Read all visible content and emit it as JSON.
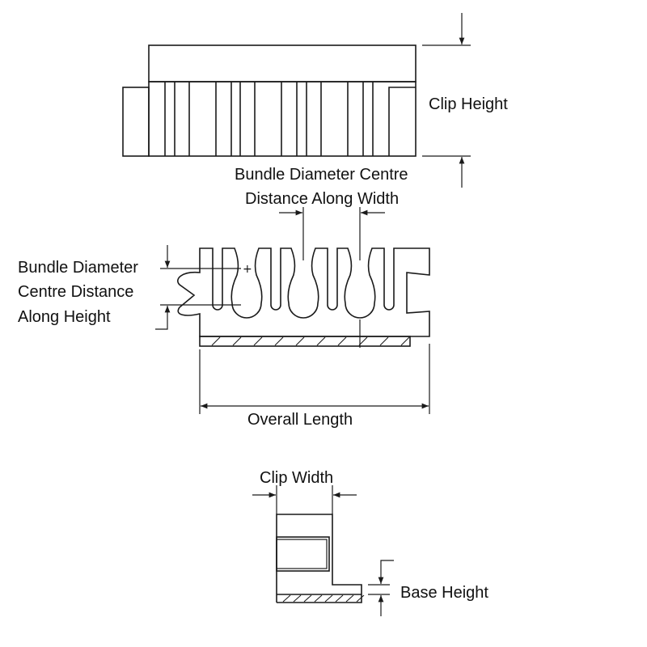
{
  "diagram": {
    "labels": {
      "clip_height": "Clip Height",
      "bundle_width_line1": "Bundle Diameter Centre",
      "bundle_width_line2": "Distance Along Width",
      "bundle_height_line1": "Bundle Diameter",
      "bundle_height_line2": "Centre Distance",
      "bundle_height_line3": "Along Height",
      "overall_length": "Overall Length",
      "clip_width": "Clip Width",
      "base_height": "Base Height"
    },
    "colors": {
      "line": "#1a1a1a",
      "background": "#ffffff"
    }
  }
}
